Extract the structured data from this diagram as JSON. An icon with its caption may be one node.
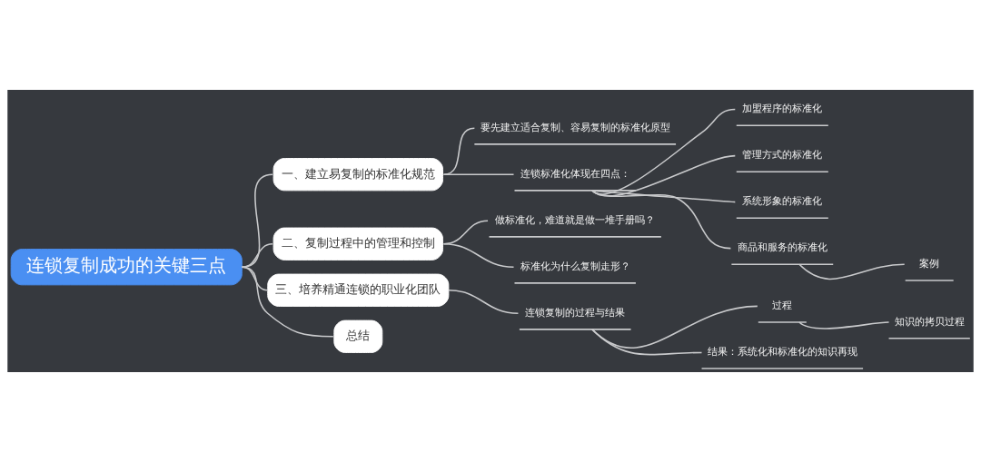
{
  "diagram": {
    "nodes": [
      {
        "text": [
          "连锁复制成功的关键三点"
        ]
      },
      {
        "text": [
          "一、建立易复制的标准化规范"
        ]
      },
      {
        "text": [
          "要先建立适合复制、容易复制的标准化原型"
        ]
      },
      {
        "text": [
          "连锁标准化体现在四点："
        ]
      },
      {
        "text": [
          "加盟程序的标准化"
        ]
      },
      {
        "text": [
          "管理方式的标准化"
        ]
      },
      {
        "text": [
          "系统形象的标准化"
        ]
      },
      {
        "text": [
          "商品和服务的标准化"
        ]
      },
      {
        "text": [
          "案例"
        ]
      },
      {
        "text": [
          "二、复制过程中的管理和控制"
        ]
      },
      {
        "text": [
          "做标准化，难道就是做一堆手册吗？"
        ]
      },
      {
        "text": [
          "标准化为什么复制走形？"
        ]
      },
      {
        "text": [
          "三、培养精通连锁的职业化团队"
        ]
      },
      {
        "text": [
          "连锁复制的过程与结果"
        ]
      },
      {
        "text": [
          "过程"
        ]
      },
      {
        "text": [
          "知识的拷贝过程"
        ]
      },
      {
        "text": [
          "结果：系统化和标准化的知识再现"
        ]
      },
      {
        "text": [
          "总结"
        ]
      }
    ],
    "edges": [
      {
        "from": 0,
        "to": 1,
        "arrow": "none"
      },
      {
        "from": 1,
        "to": 2,
        "arrow": "none"
      },
      {
        "from": 1,
        "to": 3,
        "arrow": "none"
      },
      {
        "from": 3,
        "to": 4,
        "arrow": "none"
      },
      {
        "from": 3,
        "to": 5,
        "arrow": "none"
      },
      {
        "from": 3,
        "to": 6,
        "arrow": "none"
      },
      {
        "from": 3,
        "to": 7,
        "arrow": "none"
      },
      {
        "from": 7,
        "to": 8,
        "arrow": "none"
      },
      {
        "from": 0,
        "to": 9,
        "arrow": "none"
      },
      {
        "from": 9,
        "to": 10,
        "arrow": "none"
      },
      {
        "from": 9,
        "to": 11,
        "arrow": "none"
      },
      {
        "from": 0,
        "to": 12,
        "arrow": "none"
      },
      {
        "from": 12,
        "to": 13,
        "arrow": "none"
      },
      {
        "from": 13,
        "to": 14,
        "arrow": "none"
      },
      {
        "from": 14,
        "to": 15,
        "arrow": "none"
      },
      {
        "from": 13,
        "to": 16,
        "arrow": "none"
      },
      {
        "from": 0,
        "to": 17,
        "arrow": "none"
      }
    ]
  }
}
